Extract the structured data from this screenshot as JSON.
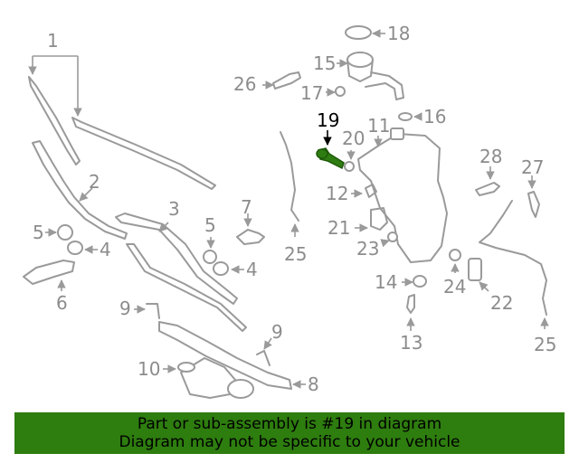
{
  "callouts": {
    "c1": "1",
    "c2": "2",
    "c3": "3",
    "c4a": "4",
    "c4b": "4",
    "c5a": "5",
    "c5b": "5",
    "c6": "6",
    "c7": "7",
    "c8": "8",
    "c9a": "9",
    "c9b": "9",
    "c10": "10",
    "c11": "11",
    "c12": "12",
    "c13": "13",
    "c14": "14",
    "c15": "15",
    "c16": "16",
    "c17": "17",
    "c18": "18",
    "c19": "19",
    "c20": "20",
    "c21": "21",
    "c22": "22",
    "c23": "23",
    "c24": "24",
    "c25a": "25",
    "c25b": "25",
    "c26": "26",
    "c27": "27",
    "c28": "28"
  },
  "highlighted_part": "19",
  "colors": {
    "highlight": "#2f7d12",
    "banner": "#2e7d0f",
    "line": "#9a9a9a"
  },
  "banner": {
    "line1": "Part or sub-assembly is #19 in diagram",
    "line2": "Diagram may not be specific to your vehicle"
  }
}
